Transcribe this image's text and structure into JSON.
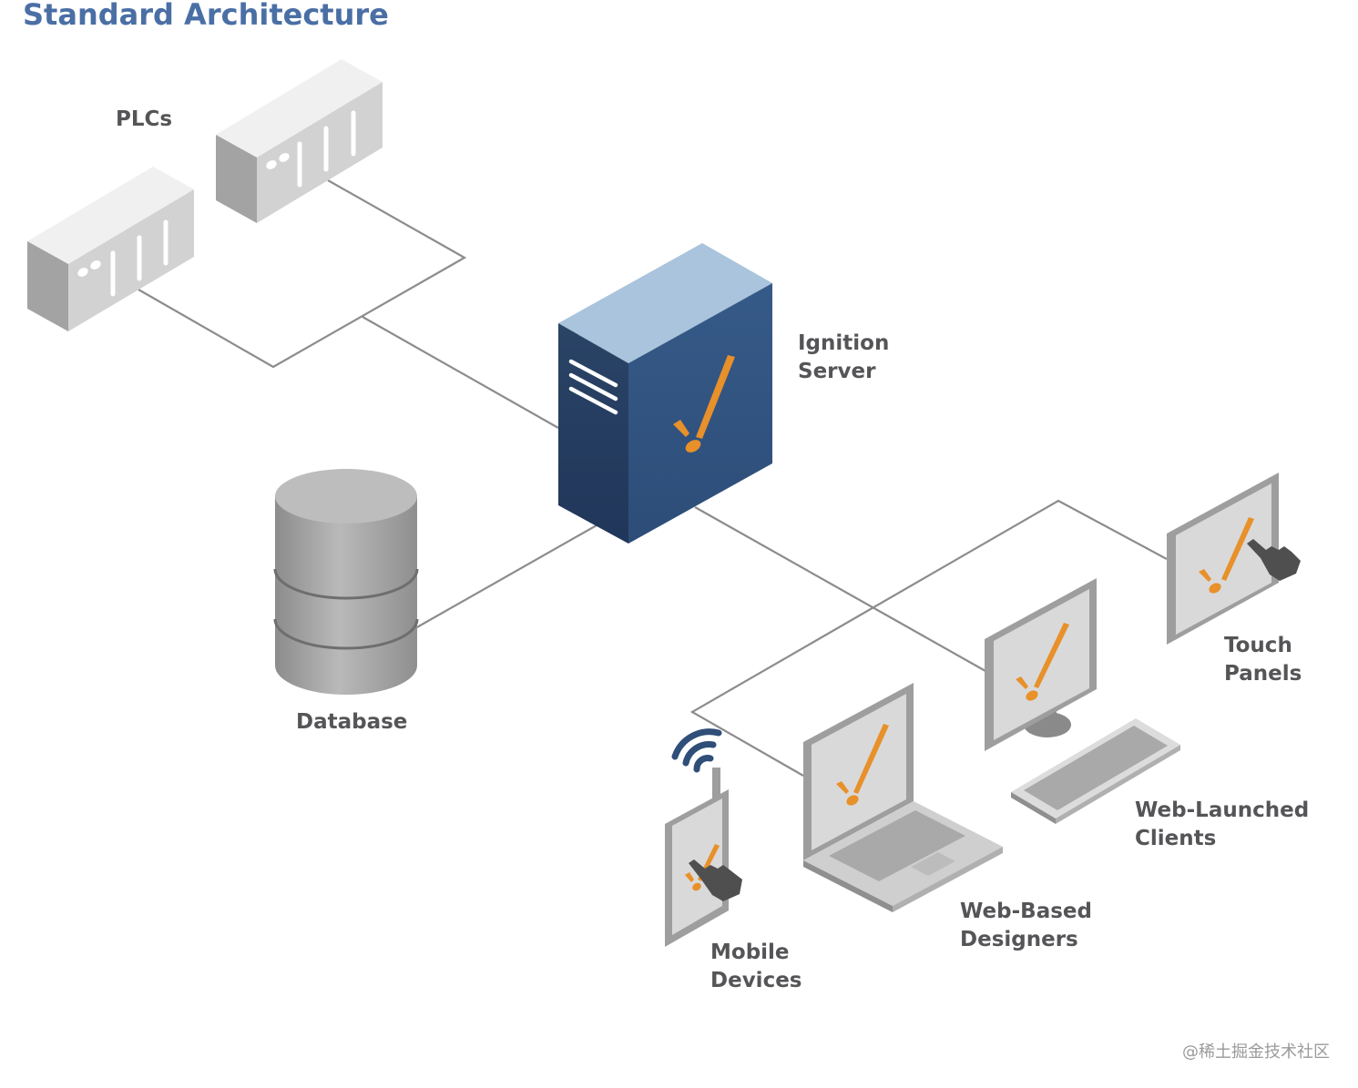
{
  "title": "Standard Architecture",
  "labels": {
    "plcs": "PLCs",
    "ignition_line1": "Ignition",
    "ignition_line2": "Server",
    "database": "Database",
    "touch_line1": "Touch",
    "touch_line2": "Panels",
    "webclients_line1": "Web-Launched",
    "webclients_line2": "Clients",
    "designers_line1": "Web-Based",
    "designers_line2": "Designers",
    "mobile_line1": "Mobile",
    "mobile_line2": "Devices"
  },
  "watermark": "@稀土掘金技术社区",
  "colors": {
    "title": "#4a6fa5",
    "server_front": "#2f4e78",
    "server_top": "#a9c4dc",
    "accent_orange": "#e8902a",
    "device_gray": "#a3a3a3",
    "line": "#8c8c8c"
  }
}
